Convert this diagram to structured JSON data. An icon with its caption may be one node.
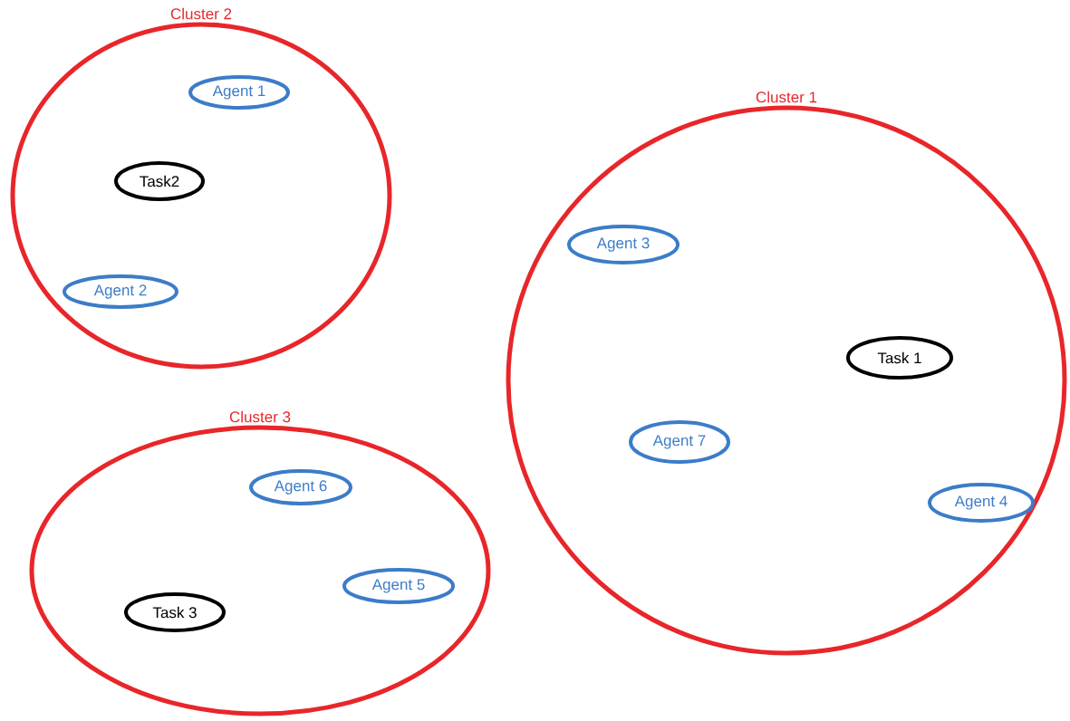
{
  "diagram": {
    "nodes": [
      {
        "text": [
          "Cluster 2"
        ]
      },
      {
        "text": [
          "Agent 1"
        ],
        "in": 0
      },
      {
        "text": [
          "Task2"
        ],
        "in": 0
      },
      {
        "text": [
          "Agent 2"
        ],
        "in": 0
      },
      {
        "text": [
          "Cluster 1"
        ]
      },
      {
        "text": [
          "Agent 3"
        ],
        "in": 4
      },
      {
        "text": [
          "Task 1"
        ],
        "in": 4
      },
      {
        "text": [
          "Agent 7"
        ],
        "in": 4
      },
      {
        "text": [
          "Agent 4"
        ],
        "in": 4
      },
      {
        "text": [
          "Cluster 3"
        ]
      },
      {
        "text": [
          "Agent 6"
        ],
        "in": 9
      },
      {
        "text": [
          "Agent 5"
        ],
        "in": 9
      },
      {
        "text": [
          "Task 3"
        ],
        "in": 9
      }
    ]
  }
}
